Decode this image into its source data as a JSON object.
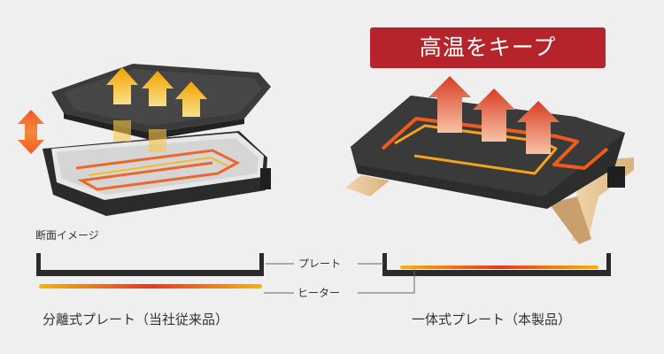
{
  "banner": {
    "text": "高温をキープ"
  },
  "section_label": "断面イメージ",
  "labels": {
    "plate": "プレート",
    "heater": "ヒーター"
  },
  "captions": {
    "separate": "分離式プレート（当社従来品）",
    "integrated": "一体式プレート（本製品）"
  },
  "colors": {
    "banner": "#b4242a",
    "plate": "#2a2a2a",
    "heater": "#f05a1a",
    "arrow": "#f7b500",
    "arrow_red": "#d7362a",
    "wood": "#e7c89a"
  },
  "icons": [
    "up-arrow-icon",
    "double-arrow-icon"
  ]
}
